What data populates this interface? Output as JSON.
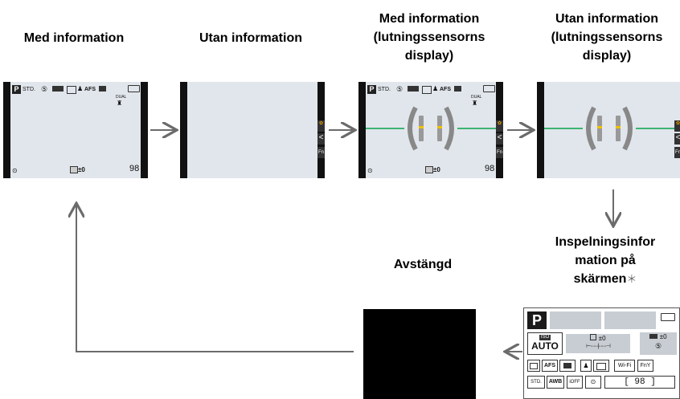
{
  "labels": {
    "step1": "Med information",
    "step2": "Utan information",
    "step3_line1": "Med information",
    "step3_line2": "(lutningssensorns",
    "step3_line3": "display)",
    "step4_line1": "Utan information",
    "step4_line2": "(lutningssensorns",
    "step4_line3": "display)",
    "step5_line1": "Inspelningsinfor",
    "step5_line2": "mation på",
    "step5_line3": "skärmen",
    "step5_mark": "＊",
    "step6": "Avstängd"
  },
  "screen_info": {
    "mode": "P",
    "photo_style": "STD.",
    "af_mode": "AFS",
    "dual": "DUAL",
    "exposure": "±0",
    "shots": "98",
    "fn": "Fn"
  },
  "panel": {
    "mode": "P",
    "iso_label": "ISO",
    "iso_value": "AUTO",
    "exposure": "±0",
    "flash": "±0",
    "af": "AFS",
    "wifi": "Wi-Fi",
    "fn": "Fn",
    "style": "STD.",
    "wb": "AWB",
    "off": "OFF",
    "shots": "98"
  },
  "colors": {
    "screen_bg": "#e1e6ec",
    "level_line": "#3cb371",
    "arrow": "#6b6b6b",
    "off_screen": "#000000"
  }
}
